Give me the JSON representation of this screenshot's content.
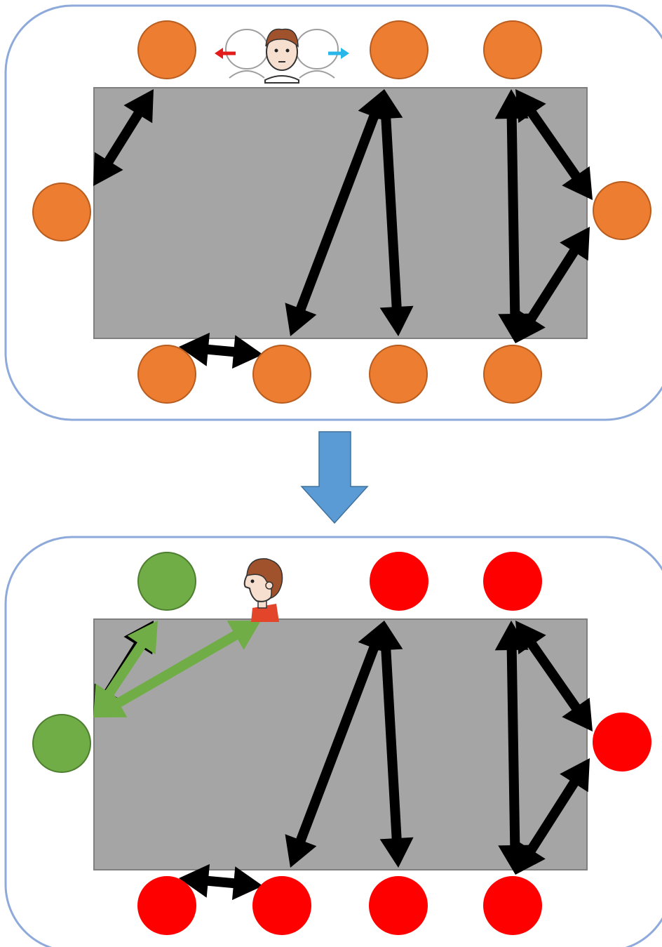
{
  "colors": {
    "panel_border": "#8eaadb",
    "table_fill": "#a5a5a5",
    "table_stroke": "#7f7f7f",
    "seat_orange": "#ed7d31",
    "seat_orange_stroke": "#b85d1f",
    "seat_green": "#70ad47",
    "seat_green_stroke": "#4e7f30",
    "seat_red": "#ff0000",
    "arrow_black": "#000000",
    "arrow_green": "#70ad47",
    "down_arrow": "#5b9bd5",
    "down_arrow_stroke": "#41719c",
    "look_left": "#e31b1b",
    "look_right": "#29b6e8",
    "skin": "#f6dfcf",
    "hair": "#a0522d",
    "shirt": "#e2452a"
  },
  "panels": [
    {
      "name": "before",
      "person_icon": "person-looking-left-and-right-icon",
      "seats": [
        {
          "name": "top-1",
          "color": "orange"
        },
        {
          "name": "top-2",
          "color": "orange"
        },
        {
          "name": "top-3",
          "color": "orange"
        },
        {
          "name": "left",
          "color": "orange"
        },
        {
          "name": "right",
          "color": "orange"
        },
        {
          "name": "bottom-1",
          "color": "orange"
        },
        {
          "name": "bottom-2",
          "color": "orange"
        },
        {
          "name": "bottom-3",
          "color": "orange"
        },
        {
          "name": "bottom-4",
          "color": "orange"
        }
      ]
    },
    {
      "name": "after",
      "person_icon": "person-profile-facing-left-icon",
      "seats": [
        {
          "name": "top-1",
          "color": "green"
        },
        {
          "name": "top-2",
          "color": "red"
        },
        {
          "name": "top-3",
          "color": "red"
        },
        {
          "name": "left",
          "color": "green"
        },
        {
          "name": "right",
          "color": "red"
        },
        {
          "name": "bottom-1",
          "color": "red"
        },
        {
          "name": "bottom-2",
          "color": "red"
        },
        {
          "name": "bottom-3",
          "color": "red"
        },
        {
          "name": "bottom-4",
          "color": "red"
        }
      ]
    }
  ],
  "transition_icon": "down-arrow-icon"
}
